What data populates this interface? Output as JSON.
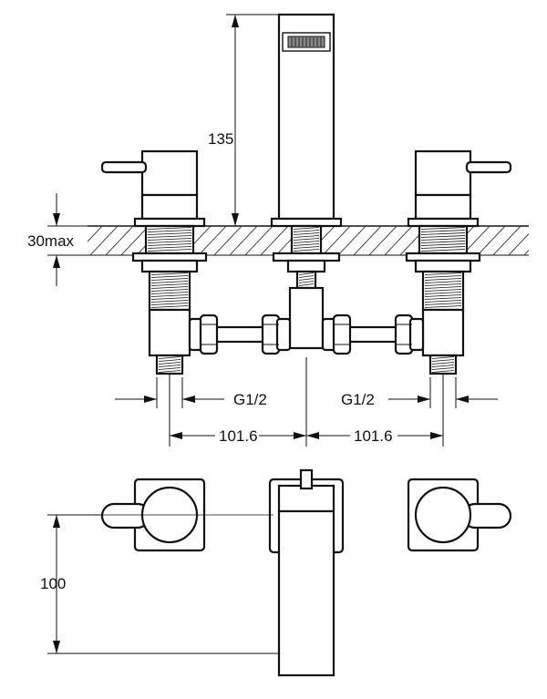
{
  "dimensions": {
    "spout_height": "135",
    "deck_thickness": "30max",
    "left_thread": "G1/2",
    "right_thread": "G1/2",
    "left_spacing": "101.6",
    "right_spacing": "101.6",
    "projection": "100"
  }
}
